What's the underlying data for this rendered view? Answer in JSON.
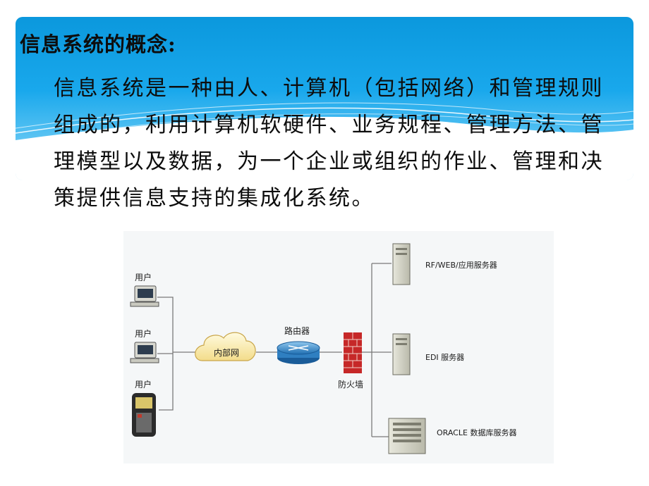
{
  "slide": {
    "title": "信息系统的概念:",
    "body": "信息系统是一种由人、计算机（包括网络）和管理规则组成的，利用计算机软硬件、业务规程、管理方法、管理模型以及数据，为一个企业或组织的作业、管理和决策提供信息支持的集成化系统。",
    "colors": {
      "banner": "#19a8ec",
      "text": "#0d0d0d"
    }
  },
  "diagram": {
    "users": [
      "用户",
      "用户",
      "用户"
    ],
    "network": "内部网",
    "router": "路由器",
    "firewall": "防火墙",
    "servers": [
      "RF/WEB/应用服务器",
      "EDI 服务器",
      "ORACLE 数据库服务器"
    ]
  }
}
